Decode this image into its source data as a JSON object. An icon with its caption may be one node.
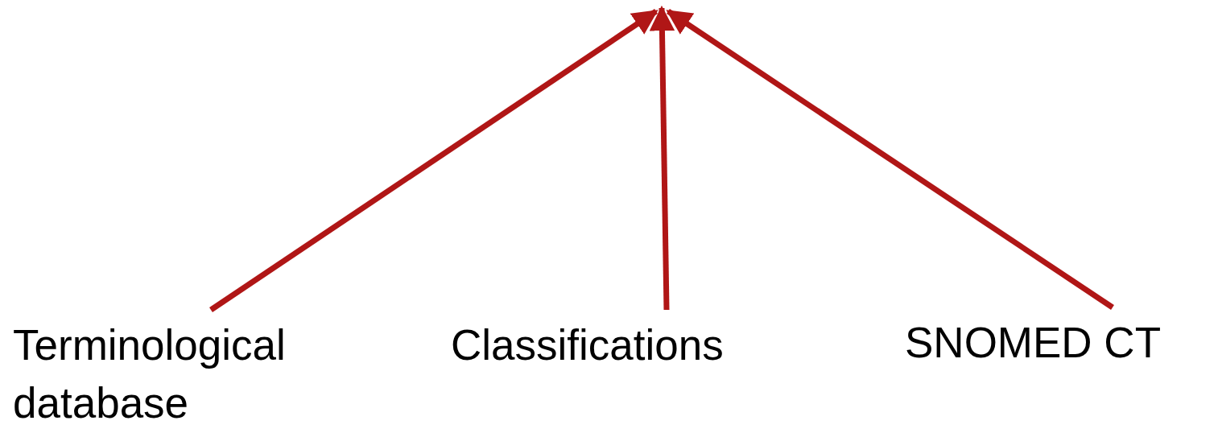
{
  "diagram": {
    "nodes": [
      {
        "text": [
          "Terminological database"
        ]
      },
      {
        "text": [
          "Classifications"
        ]
      },
      {
        "text": [
          "SNOMED CT"
        ]
      }
    ],
    "edges": [
      {
        "from": 0,
        "to": null,
        "arrow": "to"
      },
      {
        "from": 1,
        "to": null,
        "arrow": "to"
      },
      {
        "from": 2,
        "to": null,
        "arrow": "to"
      }
    ]
  }
}
